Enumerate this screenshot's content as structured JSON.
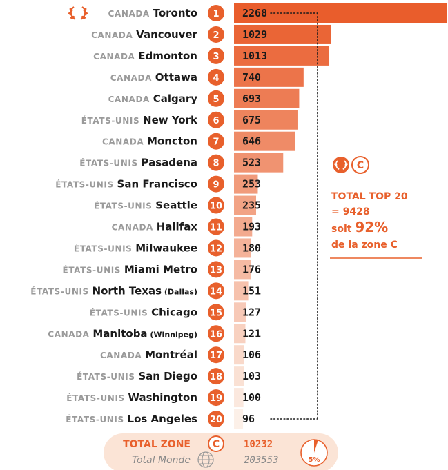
{
  "colors": {
    "accent": "#e8602c",
    "muted": "#9a9a9a",
    "text": "#1a1a1a",
    "total_bg": "#fbe4d6"
  },
  "chart_data": {
    "type": "bar",
    "orientation": "horizontal",
    "xlim": [
      0,
      2268
    ],
    "rows": [
      {
        "rank": "1",
        "country": "CANADA",
        "city": "Toronto",
        "sub": "",
        "value": 2268,
        "label": "2268"
      },
      {
        "rank": "2",
        "country": "CANADA",
        "city": "Vancouver",
        "sub": "",
        "value": 1029,
        "label": "1029"
      },
      {
        "rank": "3",
        "country": "CANADA",
        "city": "Edmonton",
        "sub": "",
        "value": 1013,
        "label": "1013"
      },
      {
        "rank": "4",
        "country": "CANADA",
        "city": "Ottawa",
        "sub": "",
        "value": 740,
        "label": "740"
      },
      {
        "rank": "5",
        "country": "CANADA",
        "city": "Calgary",
        "sub": "",
        "value": 693,
        "label": "693"
      },
      {
        "rank": "6",
        "country": "ÉTATS-UNIS",
        "city": "New York",
        "sub": "",
        "value": 675,
        "label": "675"
      },
      {
        "rank": "7",
        "country": "CANADA",
        "city": "Moncton",
        "sub": "",
        "value": 646,
        "label": "646"
      },
      {
        "rank": "8",
        "country": "ÉTATS-UNIS",
        "city": "Pasadena",
        "sub": "",
        "value": 523,
        "label": "523"
      },
      {
        "rank": "9",
        "country": "ÉTATS-UNIS",
        "city": "San Francisco",
        "sub": "",
        "value": 253,
        "label": "253"
      },
      {
        "rank": "10",
        "country": "ÉTATS-UNIS",
        "city": "Seattle",
        "sub": "",
        "value": 235,
        "label": "235"
      },
      {
        "rank": "11",
        "country": "CANADA",
        "city": "Halifax",
        "sub": "",
        "value": 193,
        "label": "193"
      },
      {
        "rank": "12",
        "country": "ÉTATS-UNIS",
        "city": "Milwaukee",
        "sub": "",
        "value": 180,
        "label": "180"
      },
      {
        "rank": "13",
        "country": "ÉTATS-UNIS",
        "city": "Miami Metro",
        "sub": "",
        "value": 176,
        "label": "176"
      },
      {
        "rank": "14",
        "country": "ÉTATS-UNIS",
        "city": "North Texas",
        "sub": "(Dallas)",
        "value": 151,
        "label": "151"
      },
      {
        "rank": "15",
        "country": "ÉTATS-UNIS",
        "city": "Chicago",
        "sub": "",
        "value": 127,
        "label": "127"
      },
      {
        "rank": "16",
        "country": "CANADA",
        "city": "Manitoba",
        "sub": "(Winnipeg)",
        "value": 121,
        "label": "121"
      },
      {
        "rank": "17",
        "country": "CANADA",
        "city": "Montréal",
        "sub": "",
        "value": 106,
        "label": "106"
      },
      {
        "rank": "18",
        "country": "ÉTATS-UNIS",
        "city": "San Diego",
        "sub": "",
        "value": 103,
        "label": "103"
      },
      {
        "rank": "19",
        "country": "ÉTATS-UNIS",
        "city": "Washington",
        "sub": "",
        "value": 100,
        "label": "100"
      },
      {
        "rank": "20",
        "country": "ÉTATS-UNIS",
        "city": "Los Angeles",
        "sub": "",
        "value": 96,
        "label": "96"
      }
    ]
  },
  "side_note": {
    "zone_letter": "C",
    "line1": "TOTAL TOP 20",
    "line2": "= 9428",
    "line3_prefix": "soit ",
    "line3_pct": "92%",
    "line4": "de la zone C"
  },
  "totals": {
    "zone_label": "TOTAL ZONE",
    "zone_letter": "C",
    "zone_value": "10232",
    "world_label": "Total Monde",
    "world_value": "203553",
    "share_label": "5%",
    "share_fraction": 0.05
  }
}
